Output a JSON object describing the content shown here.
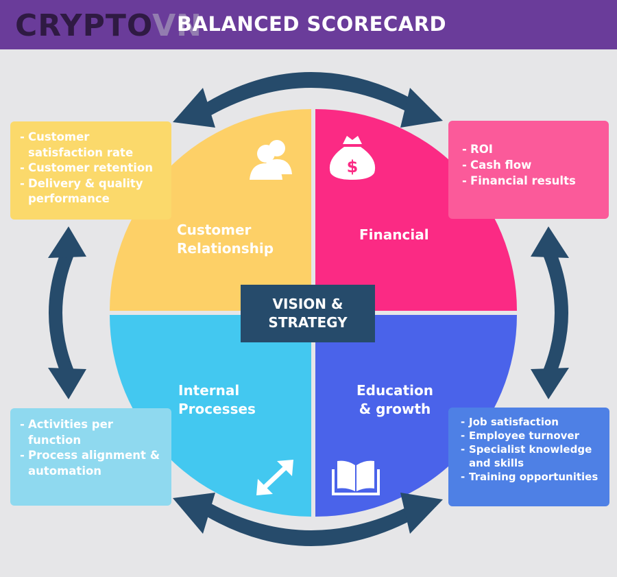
{
  "header": {
    "logo_part1": "CRYPTO",
    "logo_part2": "VN",
    "title": "BALANCED SCORECARD"
  },
  "center": {
    "line1": "VISION &",
    "line2": "STRATEGY"
  },
  "quadrants": {
    "customer": {
      "line1": "Customer",
      "line2": "Relationship",
      "color": "#fdd067",
      "icon": "people-icon"
    },
    "financial": {
      "line1": "Financial",
      "color": "#fb2a84",
      "icon": "money-bag-icon"
    },
    "internal": {
      "line1": "Internal",
      "line2": "Processes",
      "color": "#43c8f0",
      "icon": "expand-arrows-icon"
    },
    "education": {
      "line1": "Education",
      "line2": "& growth",
      "color": "#4a63ea",
      "icon": "book-icon"
    }
  },
  "notes": {
    "customer": [
      "Customer satisfaction rate",
      "Customer retention",
      "Delivery & quality performance"
    ],
    "financial": [
      "ROI",
      "Cash flow",
      "Financial results"
    ],
    "internal": [
      "Activities per function",
      "Process alignment & automation"
    ],
    "education": [
      "Job satisfaction",
      "Employee turnover",
      "Specialist knowledge and skills",
      "Training opportunities"
    ]
  },
  "colors": {
    "header_bg": "#6a3c9a",
    "arrow": "#264b6b",
    "center_box": "#264b6b",
    "page_bg": "#e6e6e8"
  }
}
